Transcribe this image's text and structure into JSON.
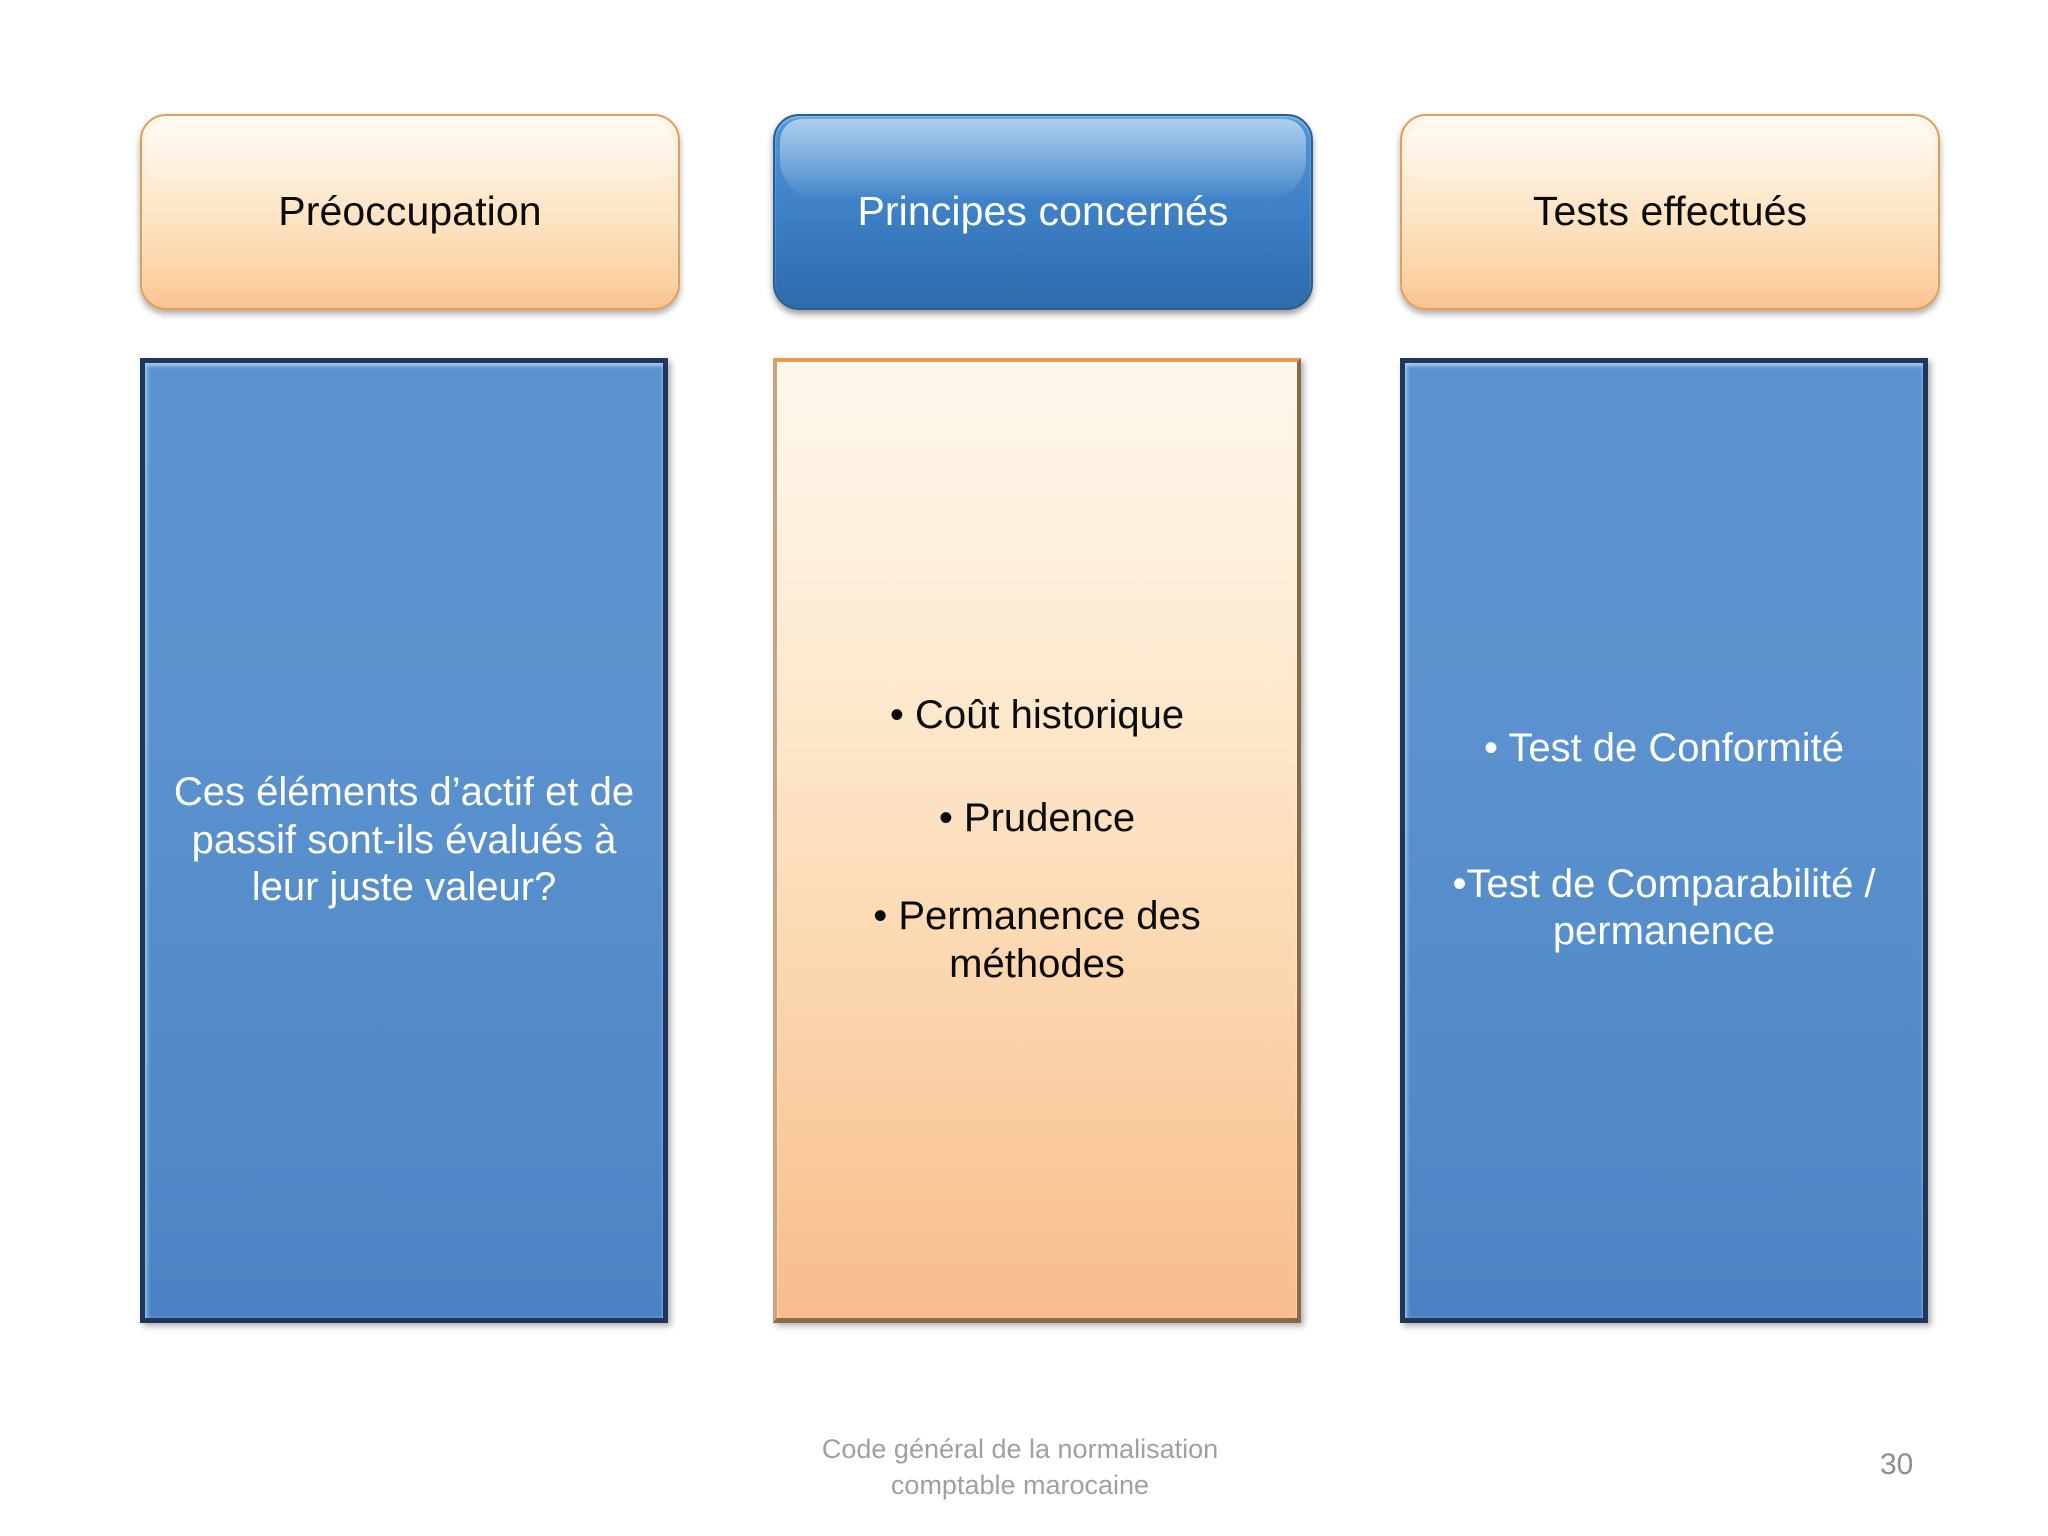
{
  "slide": {
    "page_number": "30",
    "footer_line1": "Code général de la normalisation",
    "footer_line2": "comptable marocaine",
    "background_color": "#ffffff"
  },
  "colors": {
    "blue_fill": "#5b93d0",
    "blue_header": "#3d7fc4",
    "blue_border": "#21365c",
    "peach_fill_top": "#fdf8ec",
    "peach_fill_bottom": "#f7bd8c",
    "peach_border_top": "#ef9a4a",
    "peach_border_bottom": "#8c6a46",
    "white_text": "#ffffff",
    "dark_text": "#0b0b0b",
    "footer_text": "#a0a0a4"
  },
  "columns": [
    {
      "id": "preoccupation",
      "header": {
        "label": "Préoccupation",
        "style": "peach"
      },
      "body": {
        "style": "blue",
        "kind": "paragraph",
        "text": "Ces éléments d’actif et de passif sont-ils évalués à leur juste valeur?"
      }
    },
    {
      "id": "principes-concernes",
      "header": {
        "label": "Principes concernés",
        "style": "blue"
      },
      "body": {
        "style": "peach",
        "kind": "bullets",
        "bullets": [
          "• Coût historique",
          "• Prudence",
          "• Permanence des méthodes"
        ]
      }
    },
    {
      "id": "tests-effectues",
      "header": {
        "label": "Tests effectués",
        "style": "peach"
      },
      "body": {
        "style": "blue",
        "kind": "bullets",
        "bullets": [
          "• Test de Conformité",
          "•Test de Comparabilité / permanence"
        ]
      }
    }
  ]
}
